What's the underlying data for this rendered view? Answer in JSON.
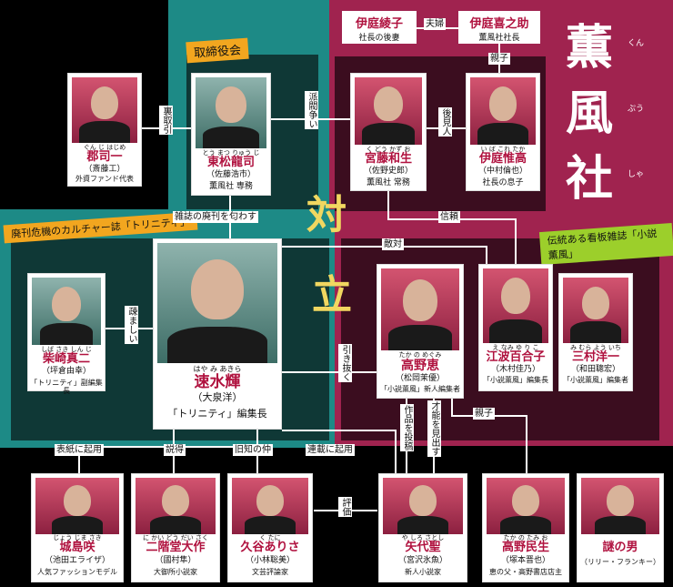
{
  "colors": {
    "teal": "#1d8a86",
    "crimson": "#a0234f",
    "dark_red": "#3b0d1f",
    "dark_teal": "#0f3836",
    "yellow": "#f1d760"
  },
  "title": {
    "c1": "薫",
    "c2": "風",
    "c3": "社",
    "r1": "くん",
    "r2": "ぷう",
    "r3": "しゃ"
  },
  "vs": {
    "a": "対",
    "b": "立"
  },
  "tags": {
    "board": "取締役会",
    "trinity": "廃刊危機のカルチャー誌「トリニティ」",
    "kunpu": "伝統ある看板雑誌「小説薫風」"
  },
  "top": {
    "ayako": {
      "name": "伊庭綾子",
      "role": "社長の後妻"
    },
    "kinosuke": {
      "name": "伊庭喜之助",
      "role": "薫風社社長"
    },
    "couple": "夫婦"
  },
  "people": {
    "gunji": {
      "ruby": "ぐん じ はじめ",
      "name": "郡司一",
      "actor": "（斎藤工）",
      "role": "外資ファンド代表"
    },
    "tomatsu": {
      "ruby": "とう まつ りゅう じ",
      "name": "東松龍司",
      "actor": "（佐藤浩市）",
      "role": "薫風社 専務"
    },
    "miyafuji": {
      "ruby": "く どう かず お",
      "name": "宮藤和生",
      "actor": "（佐野史郎）",
      "role": "薫風社 常務"
    },
    "koretaka": {
      "ruby": "い ば これ たか",
      "name": "伊庭惟高",
      "actor": "（中村倫也）",
      "role": "社長の息子"
    },
    "shibasaki": {
      "ruby": "しば さき しん じ",
      "name": "柴崎真二",
      "actor": "（坪倉由幸）",
      "role": "「トリニティ」副編集長"
    },
    "hayami": {
      "ruby": "はや み あきら",
      "name": "速水輝",
      "actor": "（大泉洋）",
      "role": "「トリニティ」編集長"
    },
    "takano": {
      "ruby": "たか の めぐみ",
      "name": "高野恵",
      "actor": "（松岡茉優）",
      "role": "「小説薫風」新人編集者"
    },
    "enami": {
      "ruby": "え なみ ゆ り こ",
      "name": "江波百合子",
      "actor": "（木村佳乃）",
      "role": "「小説薫風」編集長"
    },
    "mimura": {
      "ruby": "み むら よう いち",
      "name": "三村洋一",
      "actor": "（和田聰宏）",
      "role": "「小説薫風」編集者"
    },
    "jojima": {
      "ruby": "じょう じま さき",
      "name": "城島咲",
      "actor": "（池田エライザ）",
      "role": "人気ファッションモデル"
    },
    "nikaido": {
      "ruby": "に かい どう だい さく",
      "name": "二階堂大作",
      "actor": "（國村隼）",
      "role": "大御所小説家"
    },
    "kutani": {
      "ruby": "く たに",
      "name": "久谷ありさ",
      "actor": "（小林聡美）",
      "role": "文芸評論家"
    },
    "yashiro": {
      "ruby": "や しろ さとし",
      "name": "矢代聖",
      "actor": "（宮沢氷魚）",
      "role": "新人小説家"
    },
    "tamio": {
      "ruby": "たか の たみ お",
      "name": "高野民生",
      "actor": "（塚本晋也）",
      "role": "恵の父・高野書店店主"
    },
    "nazo": {
      "name": "謎の男",
      "actor": "（リリー・フランキー）"
    }
  },
  "labels": {
    "torihiki": "裏取引",
    "habatsu": "派閥争い",
    "koukennin": "後見人",
    "oyako_top": "親子",
    "shinrai": "信頼",
    "haikan": "雑誌の廃刊を匂わす",
    "tekitai": "敵対",
    "utomashii": "疎ましい",
    "hikinuku": "引き抜く",
    "hyoushi": "表紙に起用",
    "settoku": "説得",
    "kyuuchi": "旧知の仲",
    "rensai": "連載に起用",
    "hyouka": "評価",
    "sakuhin": "作品を投稿",
    "sainou": "才能を見出す",
    "oyako_bottom": "親子"
  }
}
